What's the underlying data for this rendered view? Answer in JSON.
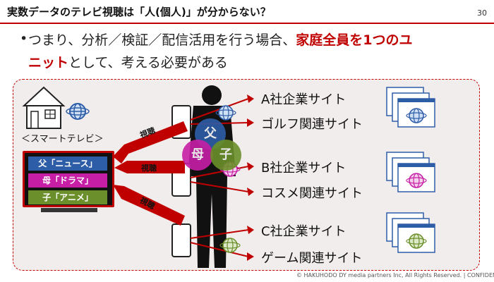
{
  "header": {
    "title": "実数データのテレビ視聴は「人(個人)」が分からない？",
    "page_number": "30"
  },
  "body": {
    "bullet": "•",
    "line1_prefix": "つまり、分析／検証／配信活用を行う場合、",
    "line1_highlight": "家庭全員を1つのユ",
    "line2_highlight": "ニット",
    "line2_suffix": "として、考える必要がある"
  },
  "diagram": {
    "tv_label": "＜スマートテレビ＞",
    "tv_programs": [
      "父「ニュース」",
      "母「ドラマ」",
      "子「アニメ」"
    ],
    "viewing_labels": [
      "視聴",
      "視聴",
      "視聴"
    ],
    "family_members": [
      "父",
      "母",
      "子"
    ],
    "sites": [
      "A社企業サイト",
      "ゴルフ関連サイト",
      "B社企業サイト",
      "コスメ関連サイト",
      "C社企業サイト",
      "ゲーム関連サイト"
    ],
    "globe_colors": [
      "#2e5da8",
      "#c61fa6",
      "#6b8f2a"
    ],
    "accent_color": "#c00000"
  },
  "footer": {
    "copyright": "© HAKUHODO DY media partners Inc, All Rights Reserved. | CONFIDENTIAL"
  }
}
